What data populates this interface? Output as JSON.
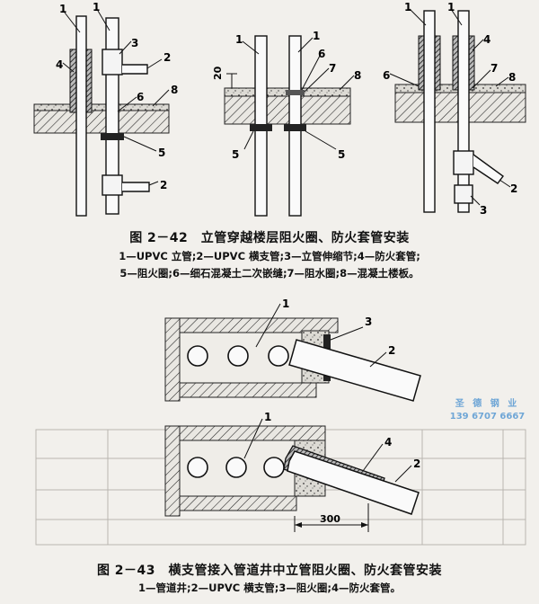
{
  "figure_42": {
    "title": "图 2－42　立管穿越楼层阻火圈、防火套管安装",
    "legend_line1": "1—UPVC 立管;2—UPVC 横支管;3—立管伸缩节;4—防火套管;",
    "legend_line2": "5—阻火圈;6—细石混凝土二次嵌缝;7—阻水圈;8—混凝土楼板。",
    "dimension": "20",
    "callouts_left": [
      "1",
      "1",
      "3",
      "4",
      "2",
      "6",
      "8",
      "5",
      "2"
    ],
    "callouts_mid": [
      "1",
      "1",
      "6",
      "7",
      "8",
      "5",
      "5"
    ],
    "callouts_right": [
      "1",
      "1",
      "4",
      "6",
      "7",
      "8",
      "2",
      "3"
    ]
  },
  "figure_43": {
    "title": "图 2－43　横支管接入管道井中立管阻火圈、防火套管安装",
    "legend": "1—管道井;2—UPVC 横支管;3—阻火圈;4—防火套管。",
    "dimension": "300",
    "callouts_top": [
      "1",
      "3",
      "2"
    ],
    "callouts_bottom": [
      "1",
      "4",
      "2"
    ]
  },
  "watermark": {
    "name": "圣 德 钢 业",
    "phone": "139 6707 6667"
  }
}
